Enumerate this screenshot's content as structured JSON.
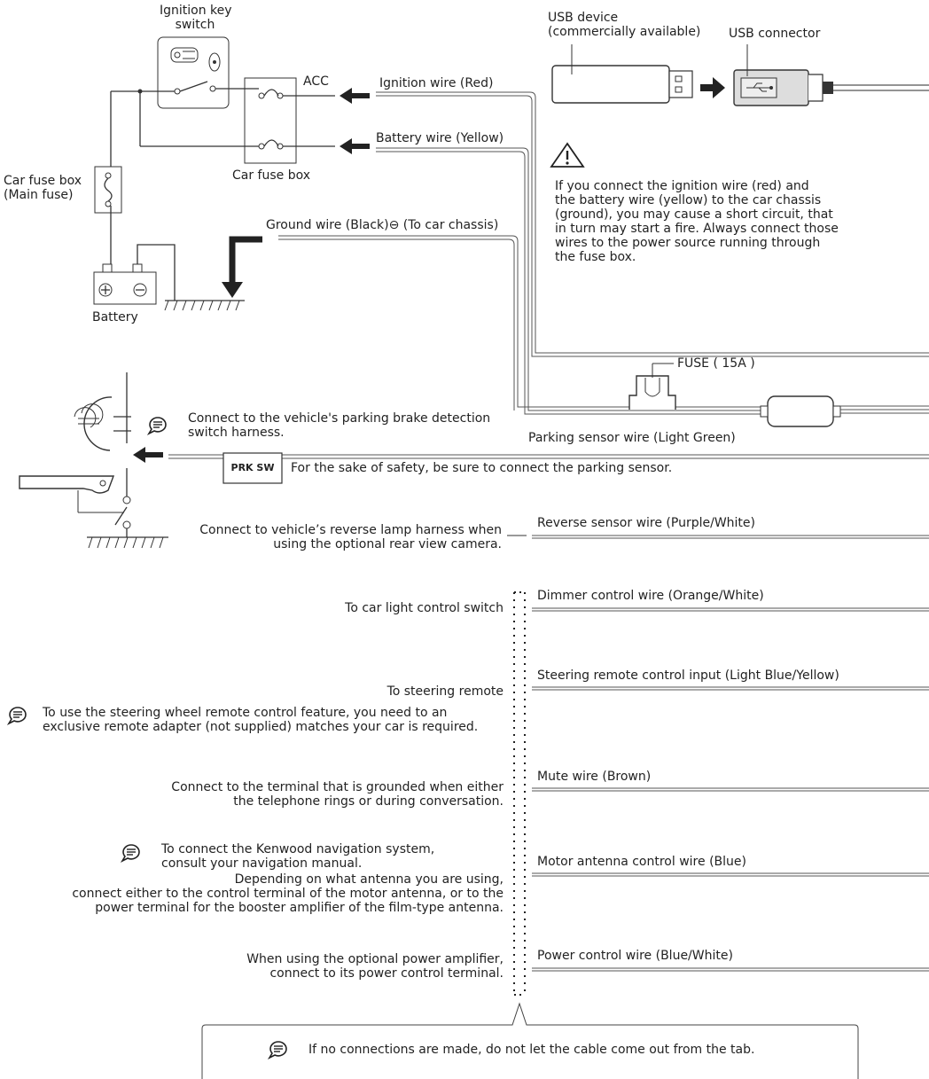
{
  "top_left": {
    "ignition_key_switch": "Ignition key\nswitch",
    "acc": "ACC",
    "car_fuse_box_main": "Car fuse box\n(Main fuse)",
    "car_fuse_box": "Car fuse box",
    "battery": "Battery"
  },
  "wires_top": {
    "ignition": "Ignition wire (Red)",
    "battery": "Battery wire (Yellow)",
    "ground": "Ground wire (Black)⊖ (To car chassis)"
  },
  "usb": {
    "device": "USB device\n(commercially available)",
    "connector": "USB connector"
  },
  "warning": {
    "text": "If you connect the ignition wire (red) and\nthe battery wire (yellow) to the car chassis\n(ground), you may cause a short circuit, that\nin turn may start a fire. Always connect those\nwires to the power source running through\nthe fuse box."
  },
  "fuse": {
    "label": "FUSE ( 15A )"
  },
  "parking": {
    "note": "Connect to the vehicle's parking brake detection\nswitch harness.",
    "wire": "Parking sensor wire (Light Green)",
    "prk_sw": "PRK SW",
    "safety": "For the sake of safety, be sure to connect the parking sensor."
  },
  "reverse": {
    "note": "Connect to vehicle’s reverse lamp harness when\nusing the optional rear view camera.",
    "wire": "Reverse sensor wire (Purple/White)"
  },
  "dimmer": {
    "note": "To car light control switch",
    "wire": "Dimmer control wire (Orange/White)"
  },
  "steering": {
    "note": "To steering remote",
    "note2": "To use the steering wheel remote control feature, you need to an\nexclusive remote adapter (not supplied) matches your car is required.",
    "wire": "Steering remote control input (Light Blue/Yellow)"
  },
  "mute": {
    "note": "Connect to the terminal that is grounded when either\nthe telephone rings or during conversation.",
    "note2": "To connect the Kenwood navigation system,\nconsult your navigation manual.",
    "wire": "Mute wire (Brown)"
  },
  "motor_antenna": {
    "note": "Depending on what antenna you are using,\nconnect either to the control terminal of the motor antenna, or to the\npower terminal for the booster amplifier of the film-type antenna.",
    "wire": "Motor antenna control wire (Blue)"
  },
  "power_control": {
    "note": "When using the optional power amplifier,\nconnect to its power control terminal.",
    "wire": "Power control wire (Blue/White)"
  },
  "bottom_note": "If no connections are made, do not let the cable come out from the tab.",
  "icons": {
    "memo": "memo-speech-bubble-icon",
    "warning": "warning-triangle-icon",
    "usb": "usb-symbol-icon",
    "arrow": "left-arrow-icon",
    "ground": "ground-symbol-icon"
  }
}
